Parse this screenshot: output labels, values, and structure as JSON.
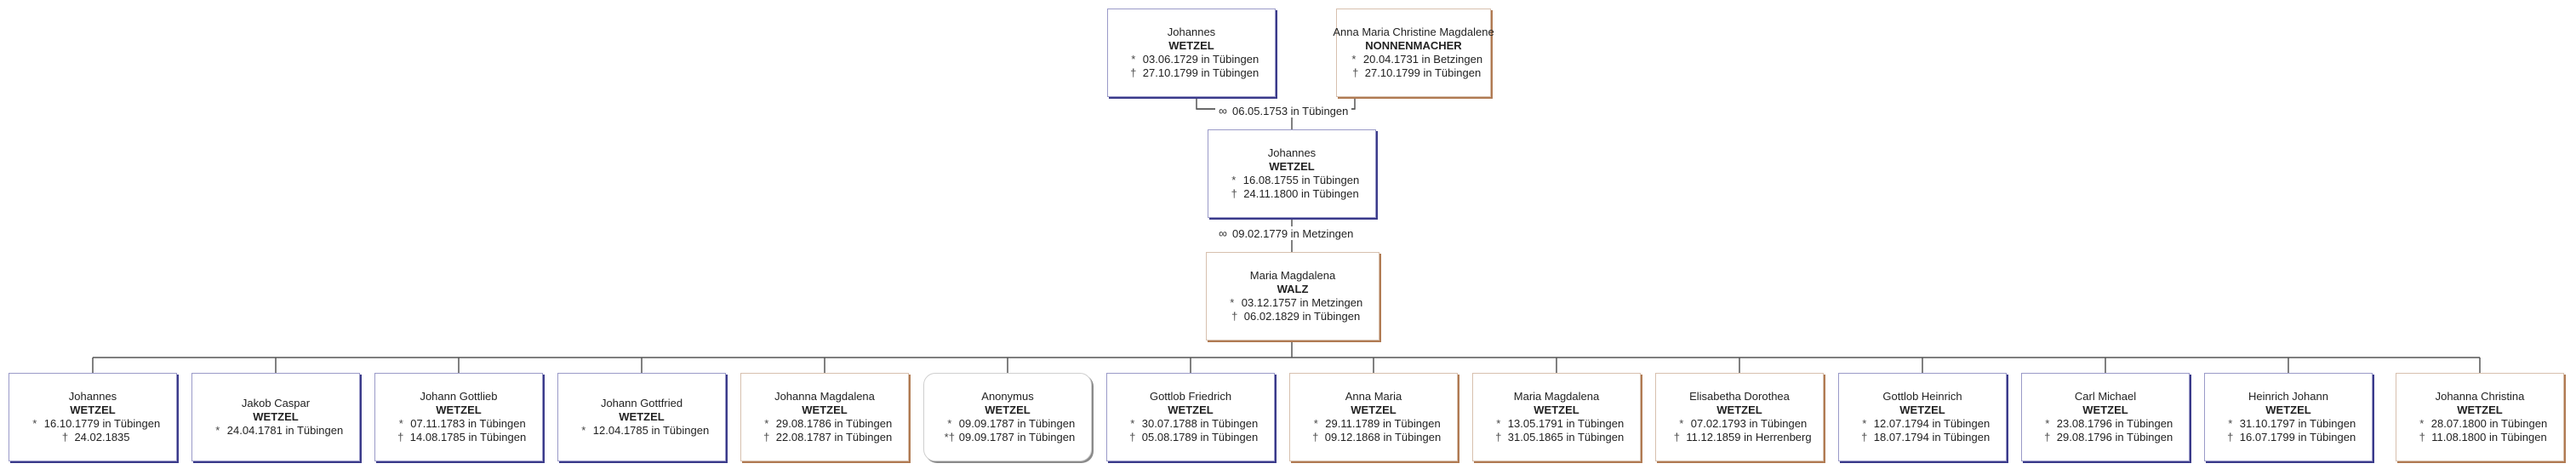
{
  "birth_symbol": "*",
  "death_symbol": "†",
  "stillbirth_symbol": "*†",
  "marriage_symbol": "∞",
  "grandparents": {
    "father": {
      "given": "Johannes",
      "surname": "WETZEL",
      "born": "03.06.1729 in Tübingen",
      "died": "27.10.1799 in Tübingen"
    },
    "mother": {
      "given": "Anna Maria Christine Magdalene",
      "surname": "NONNENMACHER",
      "born": "20.04.1731 in Betzingen",
      "died": "27.10.1799 in Tübingen"
    }
  },
  "grandparents_marriage": "06.05.1753 in Tübingen",
  "father": {
    "given": "Johannes",
    "surname": "WETZEL",
    "born": "16.08.1755 in Tübingen",
    "died": "24.11.1800 in Tübingen"
  },
  "parents_marriage": "09.02.1779 in Metzingen",
  "mother": {
    "given": "Maria Magdalena",
    "surname": "WALZ",
    "born": "03.12.1757 in Metzingen",
    "died": "06.02.1829 in Tübingen"
  },
  "children": [
    {
      "given": "Johannes",
      "surname": "WETZEL",
      "sex": "m",
      "born": "16.10.1779 in Tübingen",
      "died": "24.02.1835"
    },
    {
      "given": "Jakob Caspar",
      "surname": "WETZEL",
      "sex": "m",
      "born": "24.04.1781 in Tübingen",
      "died": ""
    },
    {
      "given": "Johann Gottlieb",
      "surname": "WETZEL",
      "sex": "m",
      "born": "07.11.1783 in Tübingen",
      "died": "14.08.1785 in Tübingen"
    },
    {
      "given": "Johann Gottfried",
      "surname": "WETZEL",
      "sex": "m",
      "born": "12.04.1785 in Tübingen",
      "died": ""
    },
    {
      "given": "Johanna Magdalena",
      "surname": "WETZEL",
      "sex": "f",
      "born": "29.08.1786 in Tübingen",
      "died": "22.08.1787 in Tübingen"
    },
    {
      "given": "Anonymus",
      "surname": "WETZEL",
      "sex": "u",
      "born": "09.09.1787 in Tübingen",
      "died": "09.09.1787 in Tübingen",
      "stillborn": true
    },
    {
      "given": "Gottlob Friedrich",
      "surname": "WETZEL",
      "sex": "m",
      "born": "30.07.1788 in Tübingen",
      "died": "05.08.1789 in Tübingen"
    },
    {
      "given": "Anna Maria",
      "surname": "WETZEL",
      "sex": "f",
      "born": "29.11.1789 in Tübingen",
      "died": "09.12.1868 in Tübingen"
    },
    {
      "given": "Maria Magdalena",
      "surname": "WETZEL",
      "sex": "f",
      "born": "13.05.1791 in Tübingen",
      "died": "31.05.1865 in Tübingen"
    },
    {
      "given": "Elisabetha Dorothea",
      "surname": "WETZEL",
      "sex": "f",
      "born": "07.02.1793 in Tübingen",
      "died": "11.12.1859 in Herrenberg"
    },
    {
      "given": "Gottlob Heinrich",
      "surname": "WETZEL",
      "sex": "m",
      "born": "12.07.1794 in Tübingen",
      "died": "18.07.1794 in Tübingen"
    },
    {
      "given": "Carl Michael",
      "surname": "WETZEL",
      "sex": "m",
      "born": "23.08.1796 in Tübingen",
      "died": "29.08.1796 in Tübingen"
    },
    {
      "given": "Heinrich Johann",
      "surname": "WETZEL",
      "sex": "m",
      "born": "31.10.1797 in Tübingen",
      "died": "16.07.1799 in Tübingen"
    },
    {
      "given": "Johanna Christina",
      "surname": "WETZEL",
      "sex": "f",
      "born": "28.07.1800 in Tübingen",
      "died": "11.08.1800 in Tübingen"
    }
  ]
}
